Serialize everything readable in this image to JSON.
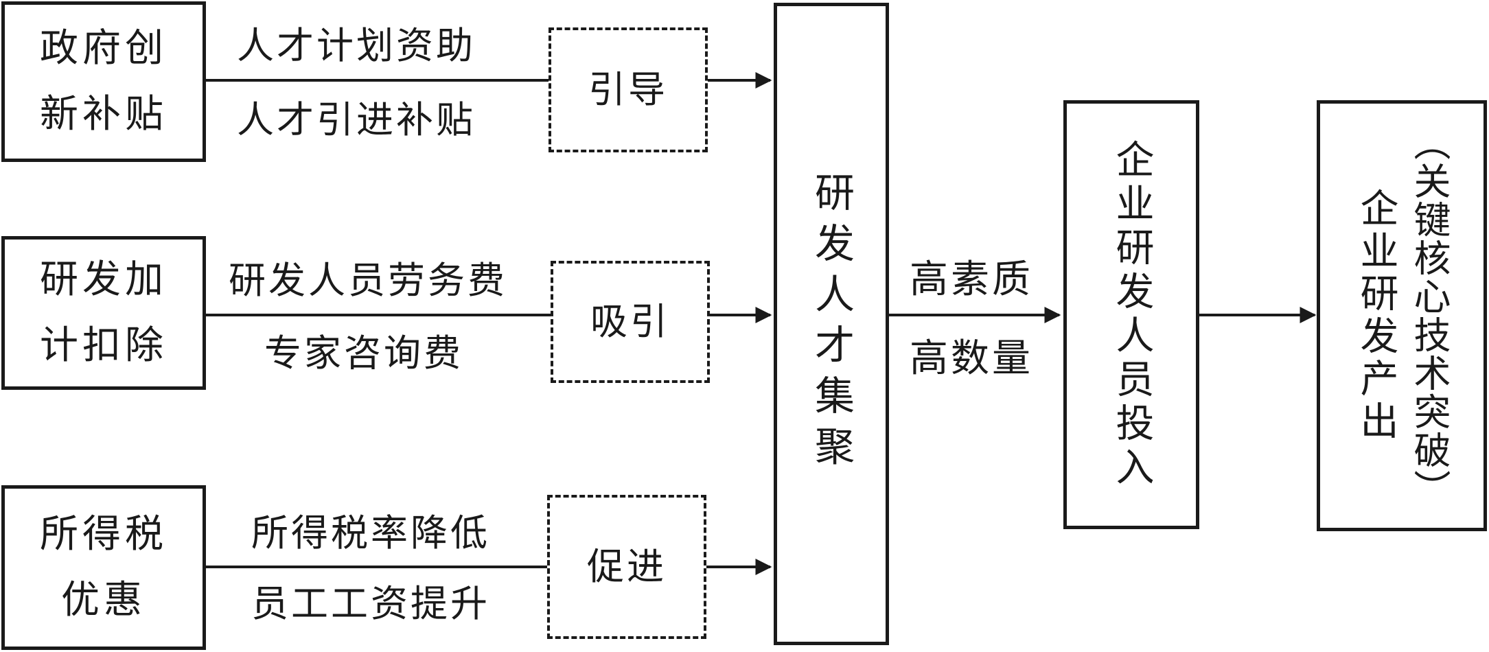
{
  "policies": [
    {
      "line1": "政府创",
      "line2": "新补贴",
      "mech_top": "人才计划资助",
      "mech_bottom": "人才引进补贴",
      "effect": "引导"
    },
    {
      "line1": "研发加",
      "line2": "计扣除",
      "mech_top": "研发人员劳务费",
      "mech_bottom": "专家咨询费",
      "effect": "吸引"
    },
    {
      "line1": "所得税",
      "line2": "优惠",
      "mech_top": "所得税率降低",
      "mech_bottom": "员工工资提升",
      "effect": "促进"
    }
  ],
  "talent_agglomeration": "研发人才集聚",
  "quality_label": "高素质",
  "quantity_label": "高数量",
  "rd_personnel_input": "企业研发人员投入",
  "rd_output": "企业研发产出",
  "rd_output_note": "（关键核心技术突破）"
}
